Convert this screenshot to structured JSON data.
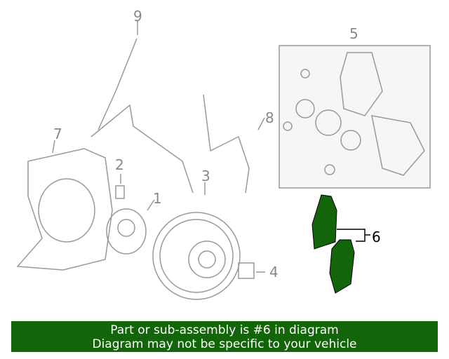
{
  "callouts": [
    "1",
    "2",
    "3",
    "4",
    "5",
    "6",
    "7",
    "8",
    "9"
  ],
  "highlight_color": "#126509",
  "banner": {
    "line1": "Part or sub-assembly is #6 in diagram",
    "line2": "Diagram may not be specific to your vehicle"
  }
}
